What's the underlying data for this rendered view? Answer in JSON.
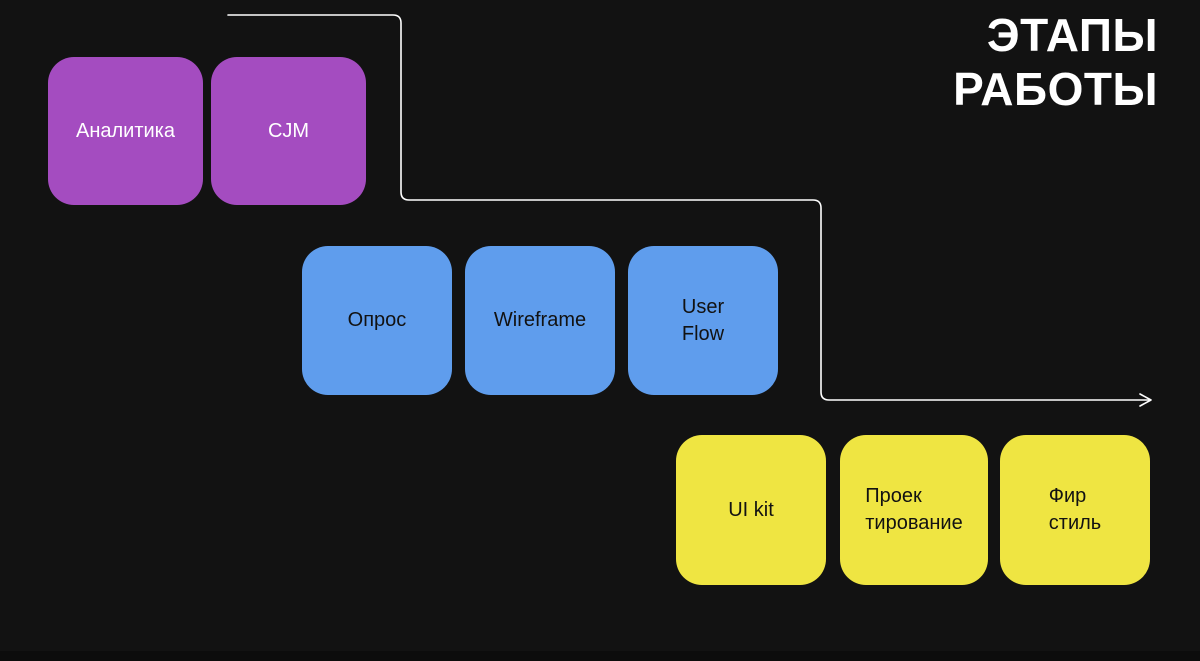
{
  "title": "ЭТАПЫ\nРАБОТЫ",
  "colors": {
    "background": "#121212",
    "purple": "#a44cc0",
    "blue": "#5f9ded",
    "yellow": "#efe542",
    "arrow": "#ffffff",
    "title_text": "#ffffff",
    "dark_text": "#121212"
  },
  "stages": [
    {
      "name": "analytics-stage",
      "color": "#a44cc0",
      "cards": [
        {
          "label": "Аналитика"
        },
        {
          "label": "CJM"
        }
      ]
    },
    {
      "name": "research-stage",
      "color": "#5f9ded",
      "cards": [
        {
          "label": "Опрос"
        },
        {
          "label": "Wireframe"
        },
        {
          "label": "User\nFlow"
        }
      ]
    },
    {
      "name": "design-stage",
      "color": "#efe542",
      "cards": [
        {
          "label": "UI kit"
        },
        {
          "label": "Проек\nтирование"
        },
        {
          "label": "Фир\nстиль"
        }
      ]
    }
  ]
}
